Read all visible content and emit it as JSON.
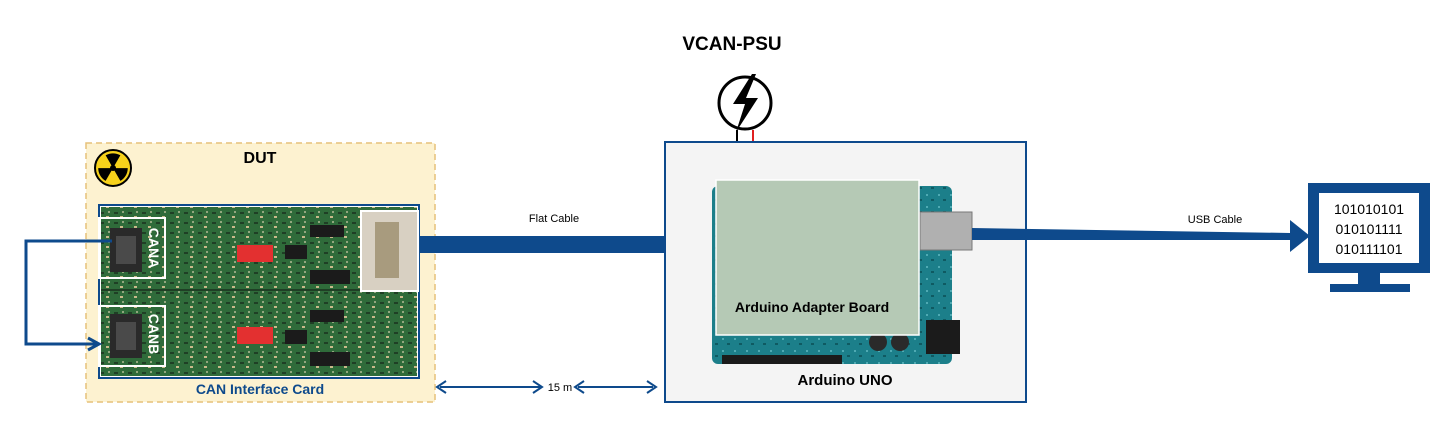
{
  "title": "VCAN-PSU",
  "dut": {
    "label": "DUT",
    "card_label": "CAN Interface Card",
    "port_a": "CANA",
    "port_b": "CANB"
  },
  "cables": {
    "flat": "Flat Cable",
    "usb": "USB Cable",
    "distance": "15 m"
  },
  "arduino": {
    "adapter_label": "Arduino Adapter Board",
    "board_label": "Arduino UNO"
  },
  "monitor": {
    "lines": [
      "101010101",
      "010101111",
      "010111101"
    ]
  },
  "colors": {
    "navy": "#0e4a8c",
    "dut_fill": "#fdf2d0",
    "dut_border": "#e6c17a",
    "adapter_fill": "#b5c9b5",
    "arduino_box_fill": "#f4f4f4",
    "pcb_green": "#2f6b3a",
    "red_wire": "#e02020"
  },
  "icons": {
    "power": "lightning-bolt-icon",
    "radiation": "radiation-hazard-icon",
    "computer": "monitor-icon"
  }
}
